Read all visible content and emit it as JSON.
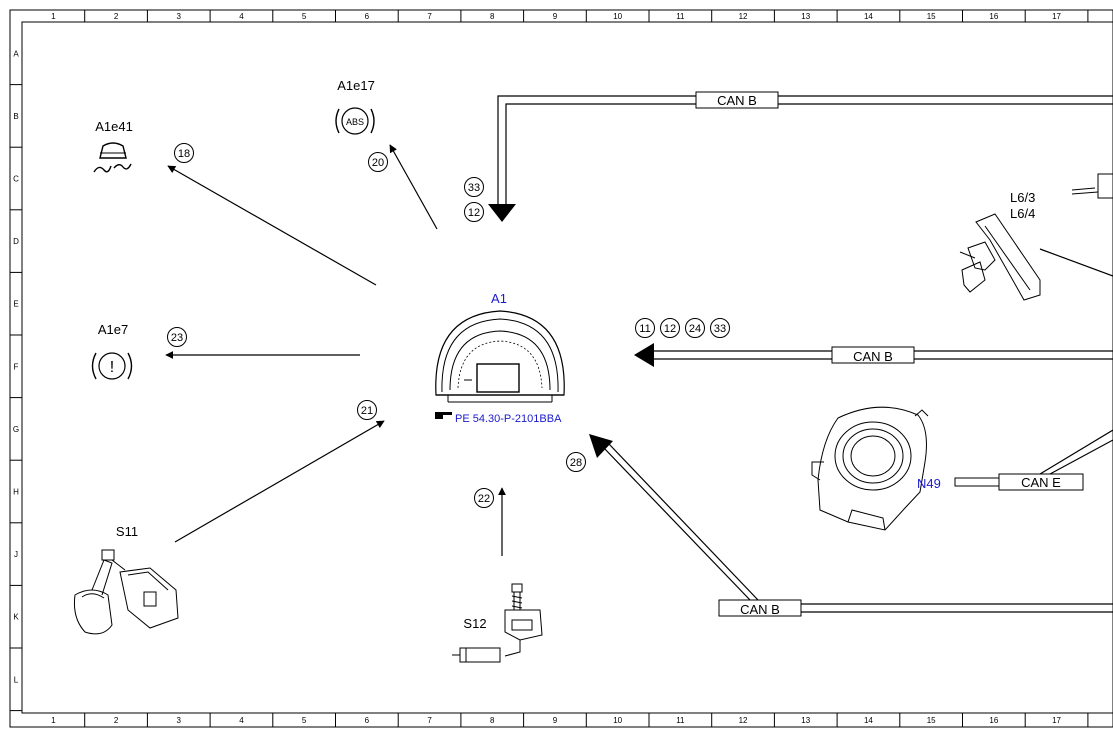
{
  "grid": {
    "columns": [
      "1",
      "2",
      "3",
      "4",
      "5",
      "6",
      "7",
      "8",
      "9",
      "10",
      "11",
      "12",
      "13",
      "14",
      "15",
      "16",
      "17"
    ],
    "rows": [
      "A",
      "B",
      "C",
      "D",
      "E",
      "F",
      "G",
      "H",
      "J",
      "K",
      "L"
    ]
  },
  "components": {
    "a1": {
      "label": "A1",
      "reference": "PE 54.30-P-2101BBA"
    },
    "a1e17": {
      "label": "A1e17",
      "icon_text": "ABS"
    },
    "a1e41": {
      "label": "A1e41"
    },
    "a1e7": {
      "label": "A1e7",
      "icon_text": "!"
    },
    "s11": {
      "label": "S11"
    },
    "s12": {
      "label": "S12"
    },
    "l6": {
      "label_line1": "L6/3",
      "label_line2": "L6/4"
    },
    "n49": {
      "label": "N49"
    }
  },
  "buses": {
    "can_b_top": "CAN B",
    "can_b_mid": "CAN B",
    "can_b_bottom": "CAN B",
    "can_e": "CAN E"
  },
  "signals": {
    "s18": "18",
    "s20": "20",
    "s33a": "33",
    "s12a": "12",
    "s23": "23",
    "s21": "21",
    "s22": "22",
    "s28": "28",
    "s11": "11",
    "s12b": "12",
    "s24": "24",
    "s33b": "33"
  },
  "colors": {
    "line": "#000000",
    "component_label_blue": "#1a1acc"
  }
}
